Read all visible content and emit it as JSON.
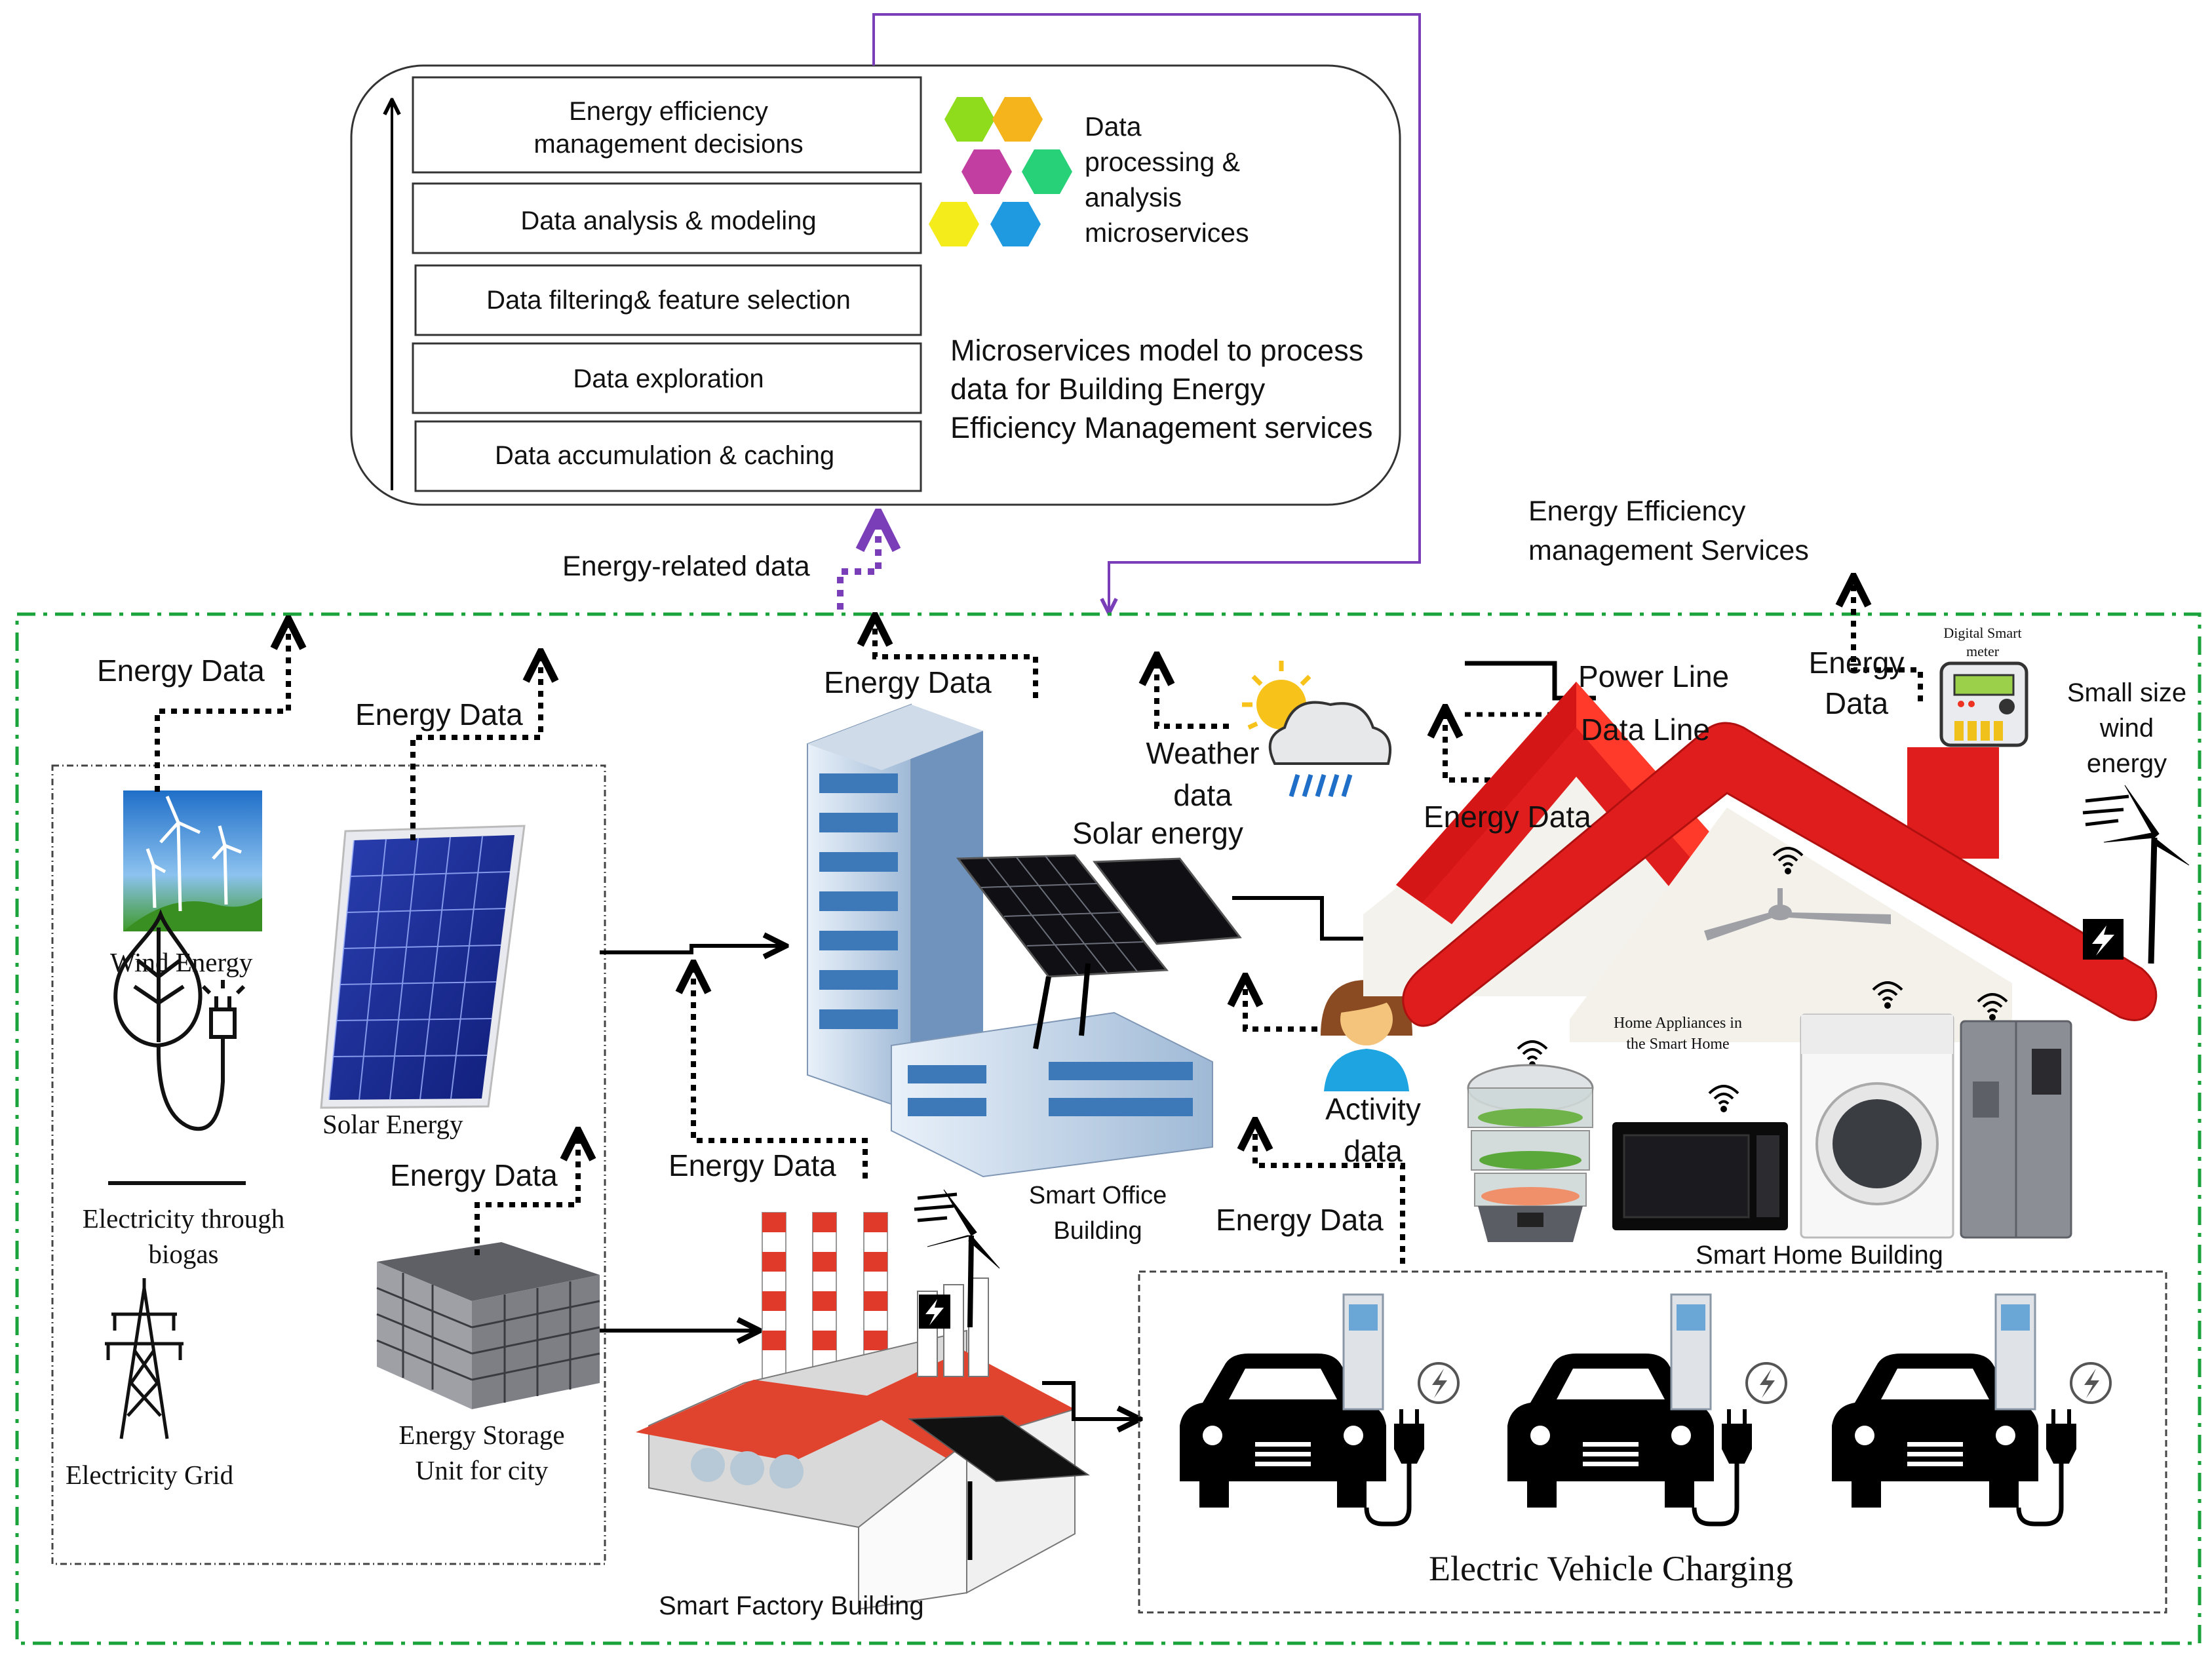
{
  "stack": {
    "layers": [
      "Energy efficiency\nmanagement  decisions",
      "Data analysis & modeling",
      "Data filtering& feature selection",
      "Data exploration",
      "Data accumulation & caching"
    ],
    "microservices_label": "Data\nprocessing &\nanalysis\nmicroservices",
    "description": "Microservices model to process\ndata for  Building Energy\nEfficiency Management services"
  },
  "flows": {
    "energy_related_data": "Energy-related data",
    "services": "Energy Efficiency\nmanagement Services"
  },
  "sources": {
    "wind": "Wind Energy",
    "solar": "Solar Energy",
    "biogas": "Electricity through\nbiogas",
    "grid": "Electricity Grid",
    "storage": "Energy Storage\nUnit for city"
  },
  "energy_data_labels": {
    "wind": "Energy Data",
    "solar": "Energy Data",
    "storage": "Energy Data",
    "office": "Energy Data",
    "factory": "Energy Data",
    "ev": "Energy Data",
    "home": "Energy Data",
    "meter": "Energy\nData"
  },
  "office": {
    "label": "Smart Office\nBuilding",
    "weather": "Weather\ndata",
    "solar": "Solar energy",
    "activity": "Activity\ndata"
  },
  "legend": {
    "power_line": "Power Line",
    "data_line": "Data Line"
  },
  "home": {
    "label": "Smart Home  Building",
    "appliances": "Home Appliances in\nthe Smart Home",
    "meter": "Digital Smart\nmeter",
    "wind": "Small size\nwind\nenergy"
  },
  "factory": {
    "label": "Smart Factory  Building"
  },
  "ev": {
    "label": "Electric Vehicle Charging"
  },
  "colors": {
    "green_dash": "#19a33a",
    "purple": "#7a3fb8",
    "roof_red": "#e01d1d",
    "building_blue": "#3d78b8",
    "hex_green": "#8fdc1c",
    "hex_orange": "#f5b41c",
    "hex_magenta": "#c23ea0",
    "hex_teal": "#27d178",
    "hex_yellow": "#f5ec1c",
    "hex_blue": "#1f9ae0"
  },
  "icons": [
    "wind-turbine-icon",
    "solar-panel-icon",
    "leaf-plug-icon",
    "pylon-icon",
    "battery-storage-icon",
    "office-building-icon",
    "factory-icon",
    "weather-icon",
    "person-icon",
    "house-roof-icon",
    "ceiling-fan-icon",
    "food-steamer-icon",
    "microwave-icon",
    "washing-machine-icon",
    "refrigerator-icon",
    "smart-meter-icon",
    "wifi-icon",
    "ev-car-icon",
    "charger-icon",
    "plug-icon",
    "lightning-icon"
  ]
}
